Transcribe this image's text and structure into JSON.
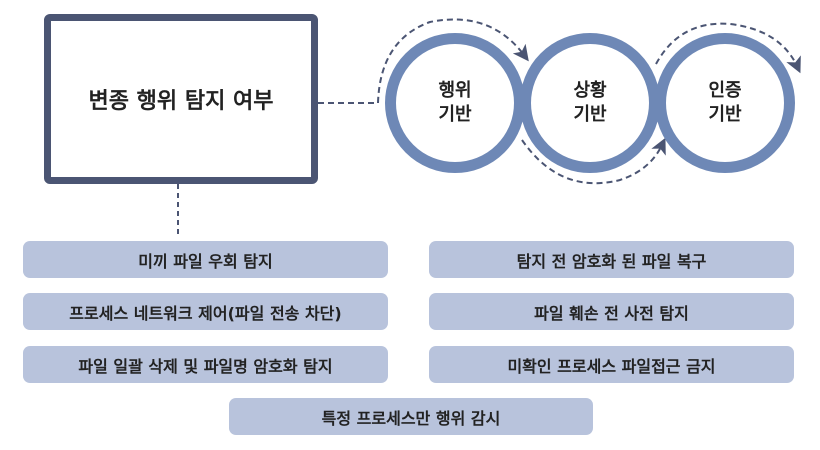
{
  "title": "변종 행위 탐지 여부",
  "circles": [
    {
      "line1": "행위",
      "line2": "기반"
    },
    {
      "line1": "상황",
      "line2": "기반"
    },
    {
      "line1": "인증",
      "line2": "기반"
    }
  ],
  "features": [
    "미끼 파일 우회 탐지",
    "탐지 전 암호화 된 파일 복구",
    "프로세스 네트워크 제어(파일 전송 차단)",
    "파일 훼손 전 사전 탐지",
    "파일 일괄 삭제 및 파일명 암호화 탐지",
    "미확인 프로세스 파일접근 금지",
    "특정 프로세스만 행위 감시"
  ],
  "colors": {
    "box_border": "#4b5573",
    "circle": "#6e88b6",
    "pill": "#b8c3dc"
  }
}
